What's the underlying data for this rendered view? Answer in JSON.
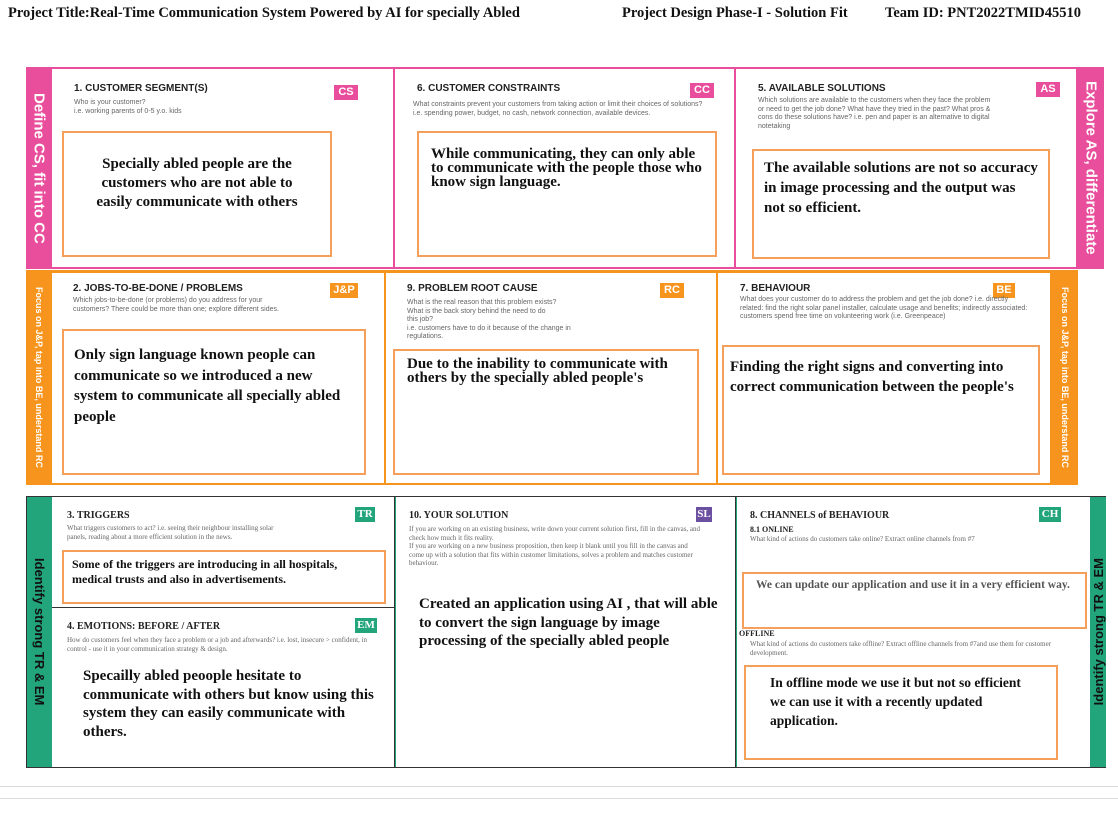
{
  "header": {
    "project_title": "Project Title:Real-Time Communication System Powered by AI for specially Abled",
    "phase": "Project Design Phase-I - Solution Fit",
    "team_id": "Team ID: PNT2022TMID45510"
  },
  "colors": {
    "pink": "#e84e9b",
    "orange": "#f7941d",
    "green": "#22a57a",
    "purple": "#6b4fa0",
    "box_border": "#f4a05a"
  },
  "strips": {
    "left_pink": "Define CS, fit into CC",
    "right_pink": "Explore AS, differentiate",
    "left_orange": "Focus on J&P, tap into BE, understand RC",
    "right_orange": "Focus on J&P, tap into BE, understand RC",
    "left_green": "Identify strong TR & EM",
    "right_green": "Identify strong TR & EM"
  },
  "cells": {
    "cs": {
      "title": "1. CUSTOMER SEGMENT(S)",
      "tag": "CS",
      "desc": "Who is your customer?\ni.e. working parents of 0-5 y.o. kids",
      "content": "Specially abled people are the customers who are not able to easily communicate with others"
    },
    "cc": {
      "title": "6. CUSTOMER CONSTRAINTS",
      "tag": "CC",
      "desc": "What constraints prevent your customers from taking action or limit their choices of solutions? i.e. spending power, budget, no cash, network connection, available devices.",
      "content": "While communicating, they can only able to communicate with the people those who know sign language."
    },
    "as": {
      "title": "5. AVAILABLE SOLUTIONS",
      "tag": "AS",
      "desc": "Which solutions are available to the customers when they face the problem\nor need to get the job done? What have they tried in the past? What pros &\ncons do these solutions have? i.e. pen and paper is an alternative to digital\nnotetaking",
      "content": "The available solutions are not so accuracy in image processing and the output was not so efficient."
    },
    "jp": {
      "title": "2. JOBS-TO-BE-DONE / PROBLEMS",
      "tag": "J&P",
      "desc": "Which jobs-to-be-done (or problems) do you address for your\ncustomers? There could be more than one; explore different sides.",
      "content": "Only sign language known people can communicate so we introduced a new system to communicate all specially abled people"
    },
    "rc": {
      "title": "9. PROBLEM ROOT CAUSE",
      "tag": "RC",
      "desc": "What is the real reason that this problem exists?\nWhat is the back story behind the need to do\nthis job?\ni.e. customers have to do it because of the change in\nregulations.",
      "content": "Due to the inability to communicate with others by the specially abled people's"
    },
    "be": {
      "title": "7. BEHAVIOUR",
      "tag": "BE",
      "desc": "What does your customer do to address the problem and get the job done?\ni.e. directly related: find the right solar panel installer, calculate usage and benefits; indirectly associated: customers spend free time on volunteering work (i.e. Greenpeace)",
      "content": "Finding the right signs and converting into correct communication between the people's"
    },
    "tr": {
      "title": "3. TRIGGERS",
      "tag": "TR",
      "desc": "What triggers customers to act? i.e. seeing their neighbour installing solar\npanels, reading about a more efficient solution in the news.",
      "content": "Some of the triggers are introducing in all hospitals, medical trusts and also in advertisements."
    },
    "em": {
      "title": "4. EMOTIONS: BEFORE / AFTER",
      "tag": "EM",
      "desc": "How do customers feel when they face a problem or a job and afterwards?\ni.e. lost, insecure > confident, in control - use it in your communication strategy & design.",
      "content": "Specailly abled peoople hesitate to communicate with others but know using this  system they can easily communicate with others."
    },
    "sl": {
      "title": "10. YOUR SOLUTION",
      "tag": "SL",
      "desc": "If you are working on an existing business, write down your current solution first, fill in the canvas, and check how much it fits reality.\nIf you are working on a new business proposition, then keep it blank until you fill in the canvas and come up with a solution that fits within customer limitations, solves a problem and matches customer behaviour.",
      "content": "Created an application using AI , that will able to convert the sign language by image processing of the specially abled people"
    },
    "ch": {
      "title": "8. CHANNELS of BEHAVIOUR",
      "tag": "CH",
      "online_label": "8.1  ONLINE",
      "online_desc": "What kind of actions do customers take online? Extract online channels from #7",
      "online_content": "We can update our application and use it in a very efficient way.",
      "offline_label": "OFFLINE",
      "offline_desc": "What kind of actions do customers take offline? Extract offline channels from #7and use them for customer development.",
      "offline_content": "In offline mode we use it but not so efficient we can use it with a recently updated application."
    }
  }
}
